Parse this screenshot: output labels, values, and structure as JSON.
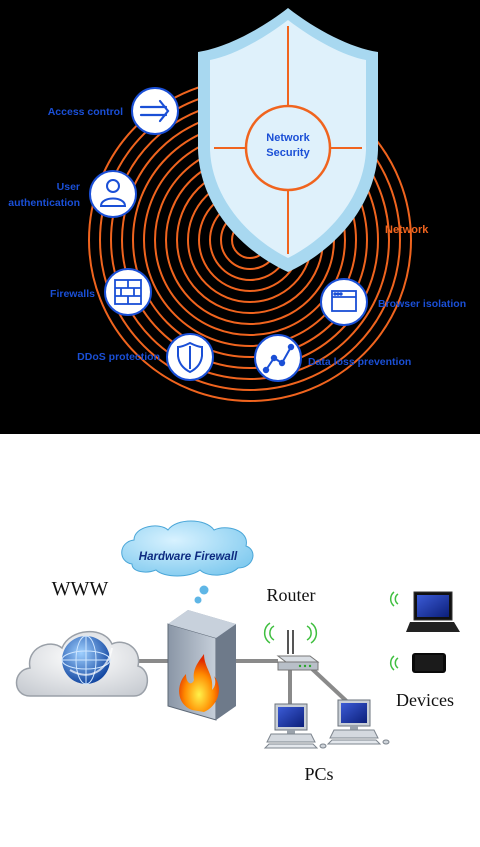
{
  "security_diagram": {
    "center_label_line1": "Network",
    "center_label_line2": "Security",
    "network_label": "Network",
    "items": [
      {
        "label": "Access control",
        "icon": "arrow-right-icon"
      },
      {
        "label_line1": "User",
        "label_line2": "authentication",
        "icon": "user-icon"
      },
      {
        "label": "Firewalls",
        "icon": "brick-wall-icon"
      },
      {
        "label": "DDoS protection",
        "icon": "shield-icon"
      },
      {
        "label": "Data loss prevention",
        "icon": "line-chart-icon"
      },
      {
        "label": "Browser isolation",
        "icon": "browser-window-icon"
      }
    ],
    "colors": {
      "accent_blue": "#1a4fd6",
      "ring_orange": "#f0641e",
      "shield_fill": "#dff1fb",
      "shield_border": "#a8d8f0"
    }
  },
  "firewall_diagram": {
    "cloud_bubble_label": "Hardware Firewall",
    "www_label": "WWW",
    "router_label": "Router",
    "devices_label": "Devices",
    "pcs_label": "PCs"
  }
}
